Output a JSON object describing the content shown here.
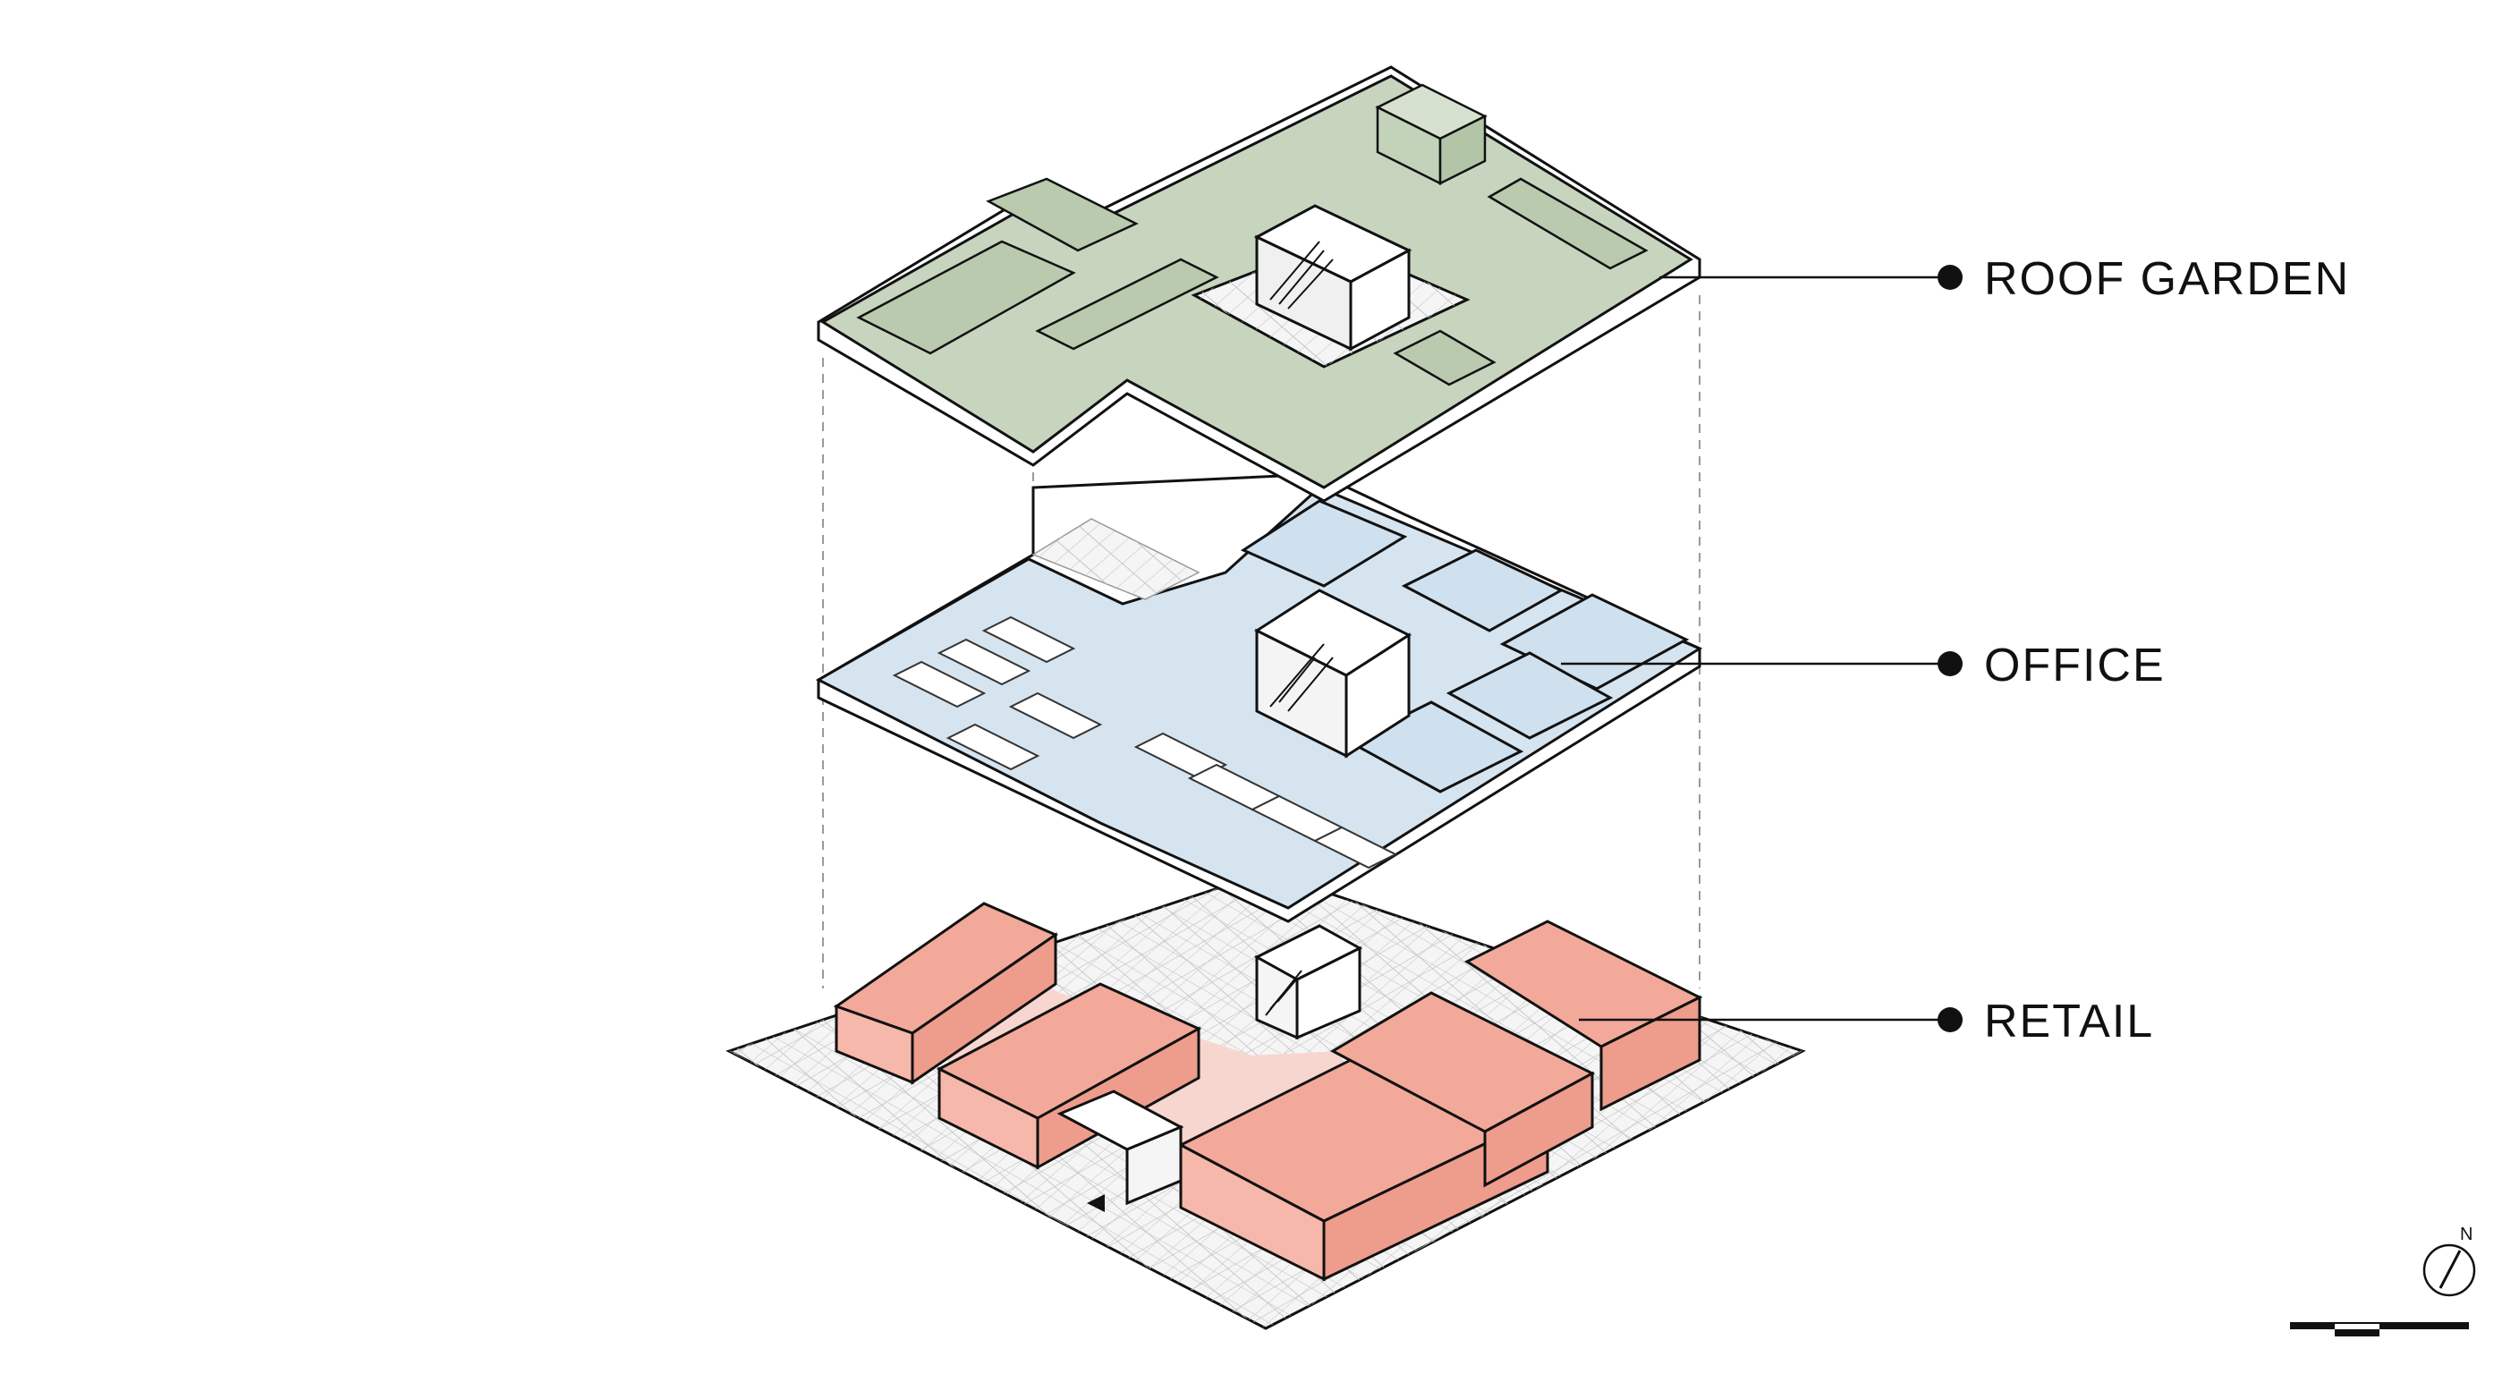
{
  "labels": {
    "roof": "ROOF GARDEN",
    "office": "OFFICE",
    "retail": "RETAIL"
  },
  "north_letter": "N",
  "colors": {
    "roof_fill": "#c7d5bf",
    "roof_inner": "#b9caae",
    "office_fill": "#d5e4ef",
    "retail_fill": "#f2a99a",
    "retail_light": "#f7d6cf",
    "line": "#111111",
    "grid": "#bfbfbf"
  }
}
